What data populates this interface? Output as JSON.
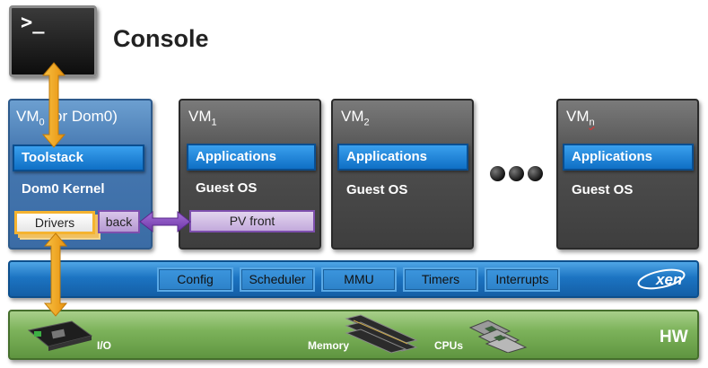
{
  "console": {
    "prompt": ">_",
    "label": "Console"
  },
  "vm0": {
    "title_main": "VM",
    "title_sub": "0",
    "title_rest": " (or Dom0)",
    "toolstack": "Toolstack",
    "kernel": "Dom0 Kernel",
    "drivers": "Drivers",
    "back": "back"
  },
  "guests": [
    {
      "title_main": "VM",
      "title_sub": "1",
      "apps": "Applications",
      "os": "Guest OS",
      "pv": "PV front"
    },
    {
      "title_main": "VM",
      "title_sub": "2",
      "apps": "Applications",
      "os": "Guest OS"
    },
    {
      "title_main": "VM",
      "title_sub": "n",
      "apps": "Applications",
      "os": "Guest OS"
    }
  ],
  "xen": {
    "components": [
      "Config",
      "Scheduler",
      "MMU",
      "Timers",
      "Interrupts"
    ],
    "logo_text": "xen"
  },
  "hw": {
    "io": "I/O",
    "memory": "Memory",
    "cpus": "CPUs",
    "label": "HW"
  },
  "colors": {
    "arrow_orange": "#f5a623",
    "arrow_purple": "#8a4fc4",
    "xen_blue": "#1c74c2",
    "hw_green": "#7db35b",
    "app_blue": "#0f6fc5"
  }
}
